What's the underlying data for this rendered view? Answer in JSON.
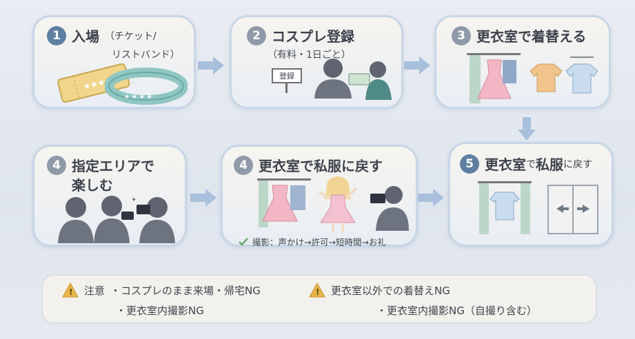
{
  "steps": {
    "s1": {
      "num": "1",
      "title": "入場",
      "paren": "（チケット/",
      "line2": "リストバンド）"
    },
    "s2": {
      "num": "2",
      "title": "コスプレ登録",
      "sub": "（有料・1日ごと）",
      "sign": "登録"
    },
    "s3": {
      "num": "3",
      "title": "更衣室で着替える"
    },
    "s4a": {
      "num": "4",
      "title_line1": "指定エリアで",
      "title_line2": "楽しむ"
    },
    "s4b": {
      "num": "4",
      "title": "更衣室で私服に戻す",
      "caption": "撮影：声かけ→許可→短時間→お礼"
    },
    "s5": {
      "num": "5",
      "title_a": "更衣室",
      "title_b": "で",
      "title_c": "私服",
      "title_d": "に戻す"
    }
  },
  "notes": {
    "a_label": "注意",
    "a1": "・コスプレのまま来場・帰宅NG",
    "a2": "・更衣室内撮影NG",
    "b1": "更衣室以外での着替えNG",
    "b2": "・更衣室内撮影NG（自撮り含む）"
  },
  "colors": {
    "accent_arrow": "#a9c0dc",
    "number_badge": "#8f9aa8",
    "card_border": "#c7d6e6",
    "warning": "#e8b54a"
  },
  "icons": [
    "ticket-icon",
    "wristband-icon",
    "person-icon",
    "camera-icon",
    "dress-icon",
    "shirt-icon",
    "door-icon",
    "warning-icon",
    "check-icon",
    "arrow-right-icon",
    "arrow-down-icon"
  ]
}
